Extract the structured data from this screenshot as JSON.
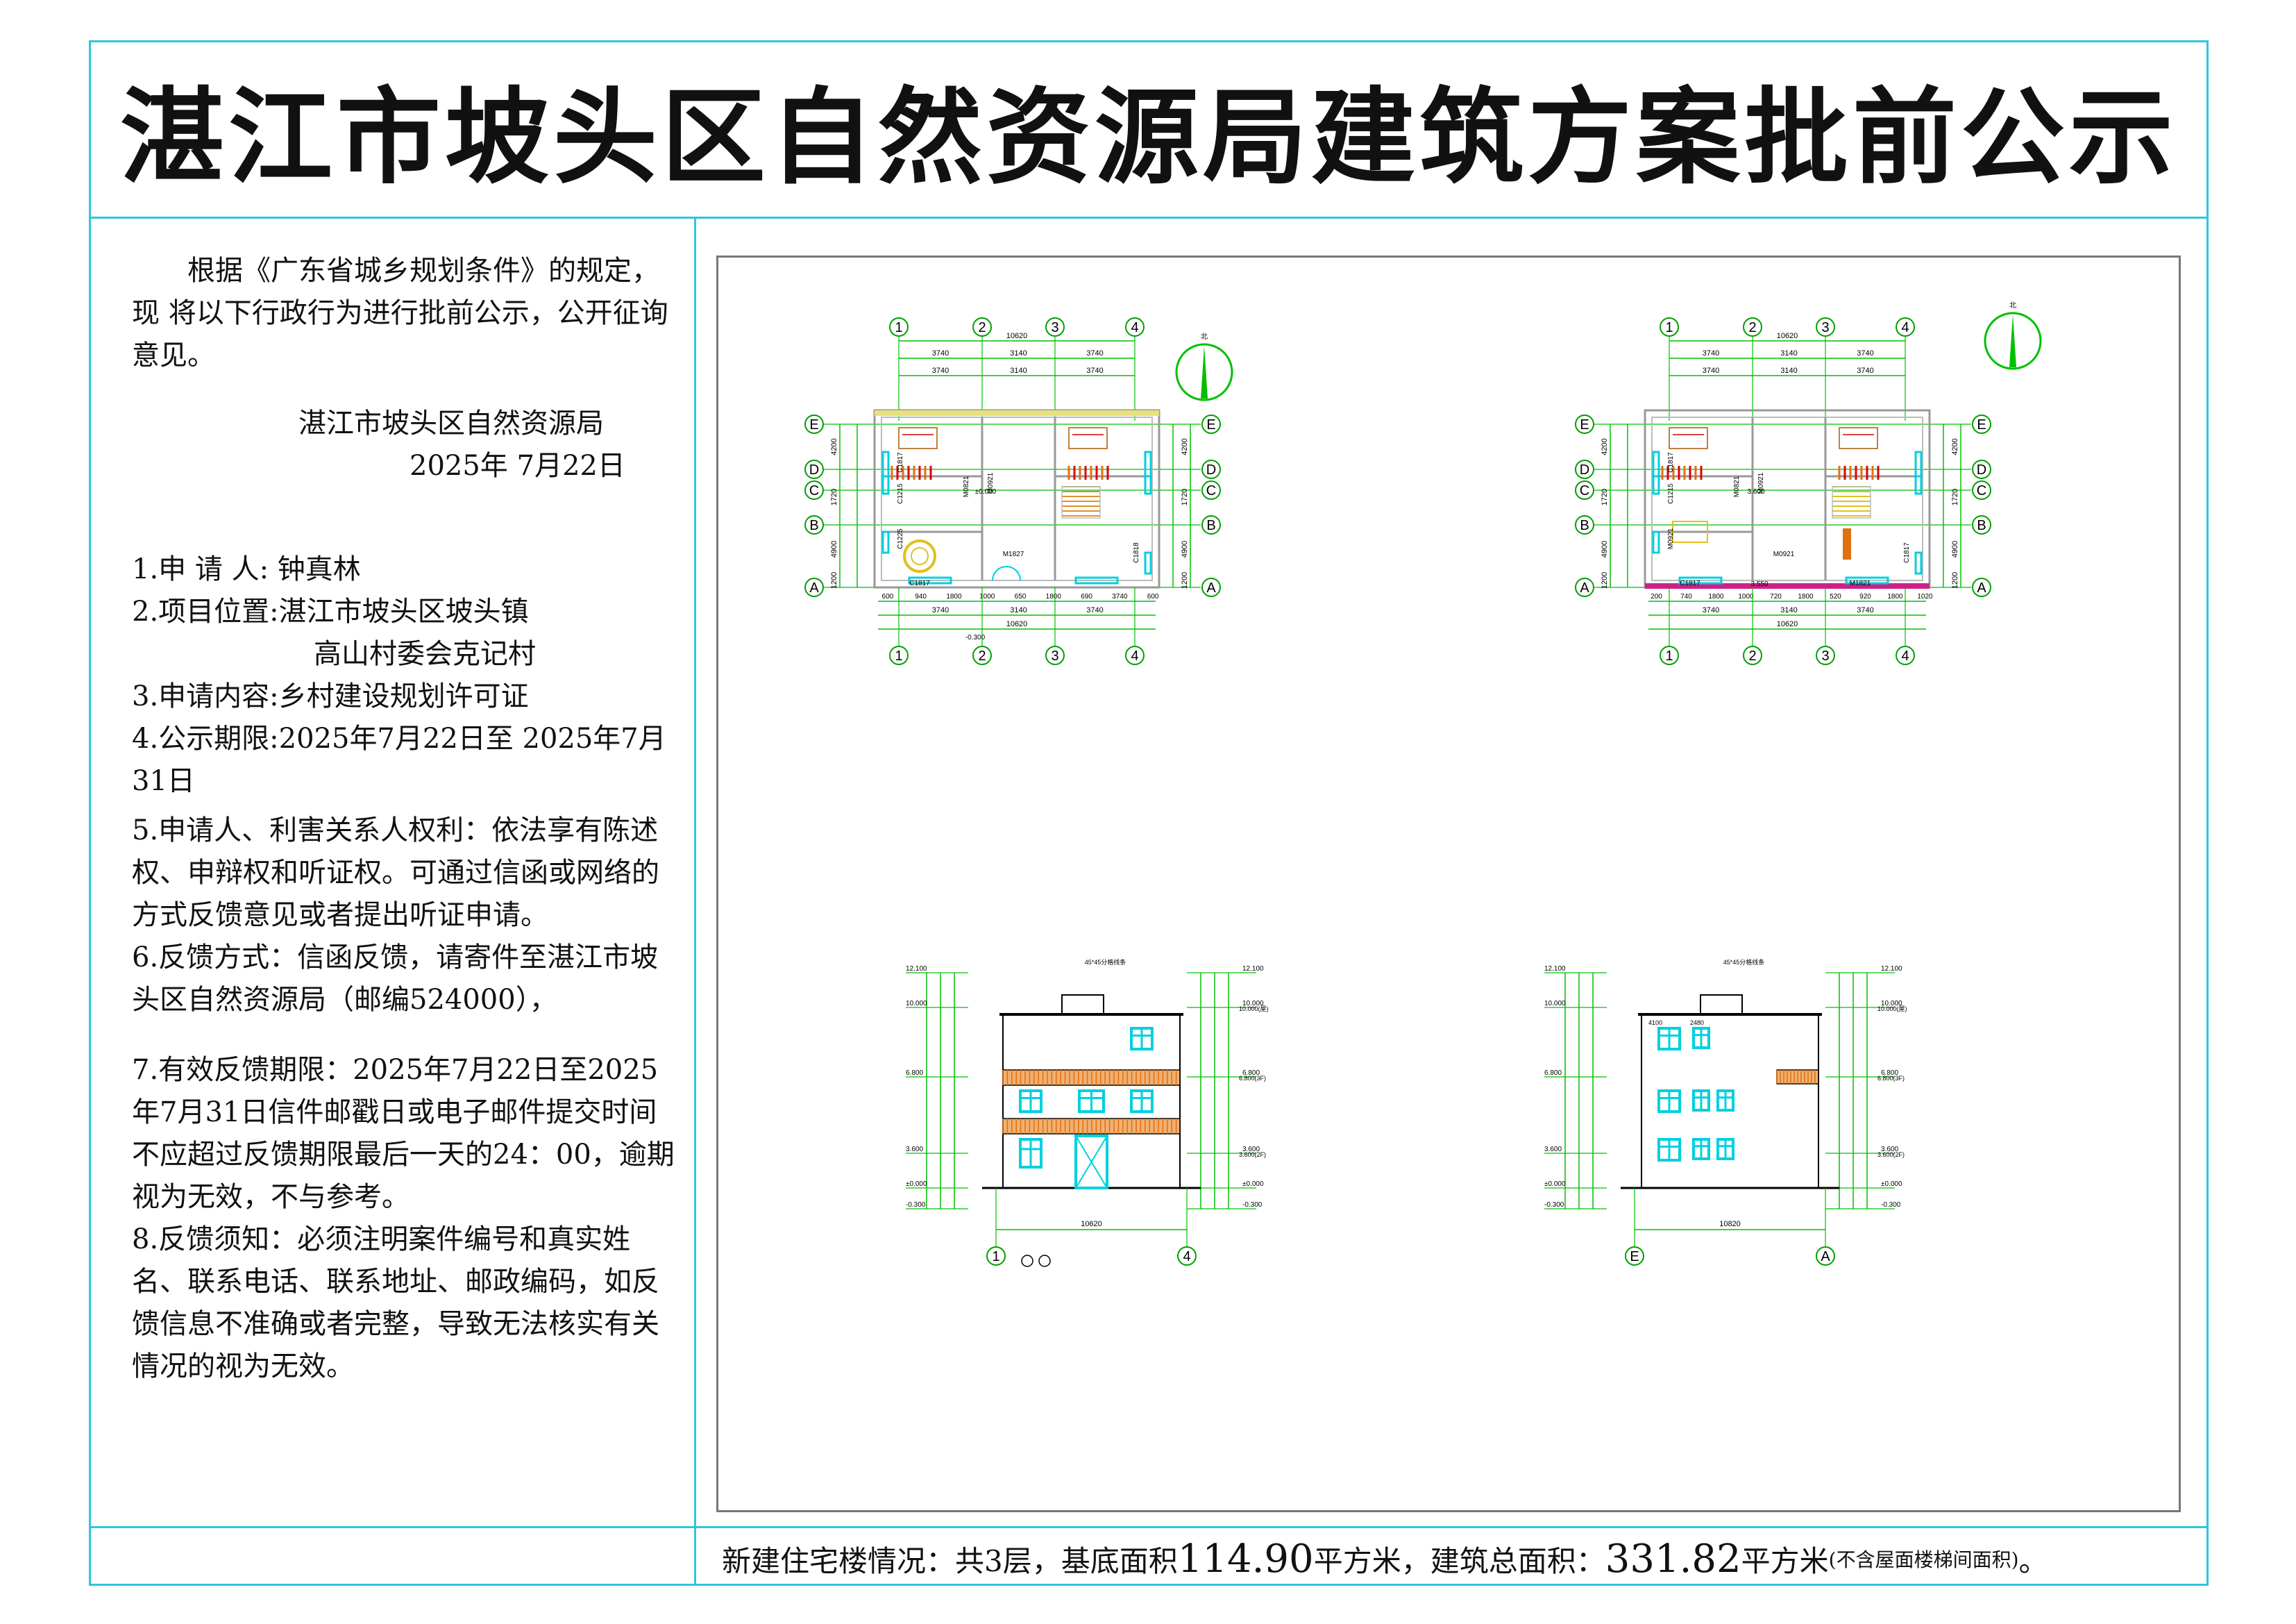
{
  "title": "湛江市坡头区自然资源局建筑方案批前公示",
  "notice": {
    "intro": "根据《广东省城乡规划条件》的规定，现 将以下行政行为进行批前公示，公开征询意见。",
    "issuer": "湛江市坡头区自然资源局",
    "date": "2025年 7月22日"
  },
  "items": [
    {
      "label": "1.申 请 人:",
      "value": "钟真林"
    },
    {
      "label": "2.项目位置:",
      "value": "湛江市坡头区坡头镇",
      "value2": "高山村委会克记村"
    },
    {
      "label": "3.申请内容:",
      "value": "乡村建设规划许可证"
    },
    {
      "label": "4.公示期限:",
      "value": "2025年7月22日至 2025年7月 31日"
    },
    {
      "label": "5.",
      "value": "申请人、利害关系人权利：依法享有陈述权、申辩权和听证权。可通过信函或网络的方式反馈意见或者提出听证申请。"
    },
    {
      "label": "6.",
      "value": "反馈方式：信函反馈，请寄件至湛江市坡头区自然资源局（邮编524000），"
    },
    {
      "label": "7.",
      "value": "有效反馈期限：2025年7月22日至2025年7月31日信件邮戳日或电子邮件提交时间不应超过反馈期限最后一天的24：00，逾期视为无效，不与参考。"
    },
    {
      "label": "8.",
      "value": "反馈须知：必须注明案件编号和真实姓名、联系电话、联系地址、邮政编码，如反馈信息不准确或者完整，导致无法核实有关情况的视为无效。"
    }
  ],
  "drawing": {
    "plan1": {
      "axes_top": [
        "1",
        "2",
        "3",
        "4"
      ],
      "axes_side": [
        "E",
        "D",
        "C",
        "B",
        "A"
      ],
      "dim_total": "10620",
      "dims": [
        "3740",
        "3140",
        "3740"
      ],
      "dims_edge": [
        "600",
        "3740",
        "3140",
        "3740",
        "600"
      ],
      "bottom_dims": [
        "600",
        "940",
        "1800",
        "1000",
        "650",
        "1800",
        "690",
        "3740",
        "600"
      ],
      "side_dims": [
        "4200",
        "1720",
        "4900",
        "1200"
      ],
      "labels": [
        "C1817",
        "C1215",
        "C1225",
        "M0921",
        "M0821",
        "M1827",
        "C1818",
        "C1817"
      ],
      "level": "±0.000",
      "level_bottom": "-0.300"
    },
    "plan2": {
      "axes_top": [
        "1",
        "2",
        "3",
        "4"
      ],
      "axes_side": [
        "E",
        "D",
        "C",
        "B",
        "A"
      ],
      "dim_total": "10620",
      "dims": [
        "3740",
        "3140",
        "3740"
      ],
      "bottom_dims": [
        "200",
        "740",
        "1800",
        "1000",
        "720",
        "1800",
        "520",
        "920",
        "1800",
        "1020"
      ],
      "side_dims": [
        "4200",
        "1720",
        "4900",
        "1200"
      ],
      "labels": [
        "C1817",
        "C1215",
        "M0921",
        "M0921",
        "M0821",
        "M0921",
        "C1817",
        "C1817",
        "M1821"
      ],
      "level": "3.600",
      "level2": "3.550"
    },
    "elev1": {
      "axes": [
        "1",
        "4"
      ],
      "width": "10620",
      "levels": [
        "12.100",
        "10.000",
        "6.800",
        "3.600",
        "±0.000",
        "-0.300"
      ],
      "level_tags": [
        "10.000(屋)",
        "6.800(3F)",
        "3.600(2F)"
      ],
      "note": "45*45分格线条"
    },
    "elev2": {
      "axes": [
        "E",
        "A"
      ],
      "width": "10820",
      "top_dims": [
        "4100",
        "2480"
      ],
      "levels": [
        "12.100",
        "10.000",
        "6.800",
        "3.600",
        "±0.000",
        "-0.300"
      ],
      "level_tags": [
        "10.000(屋)",
        "6.800(3F)",
        "3.600(2F)"
      ],
      "note": "45*45分格线条"
    },
    "north": "北"
  },
  "footer": {
    "prefix": "新建住宅楼情况：共3层，基底面积",
    "base_area": "114.90",
    "mid": "平方米，建筑总面积：",
    "total_area": "331.82",
    "unit": "平方米",
    "note": "(不含屋面楼梯间面积)",
    "end": "。"
  },
  "colors": {
    "frame": "#2ec6df",
    "grid": "#00c000",
    "axis": "#00a000",
    "window": "#00d0e0",
    "balcony": "#e07010",
    "red": "#e00000"
  }
}
